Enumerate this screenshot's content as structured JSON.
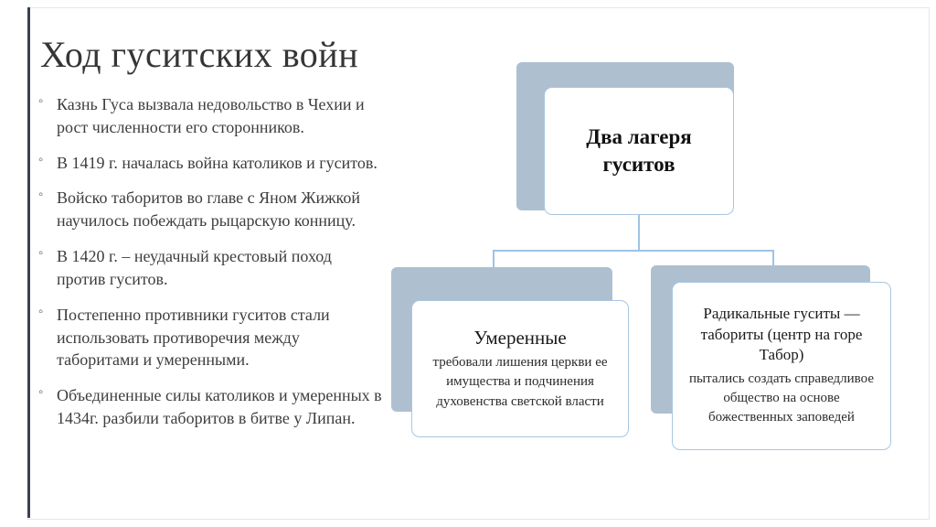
{
  "slide": {
    "title": "Ход гуситских войн",
    "bullets": [
      "Казнь Гуса вызвала недовольство в Чехии и рост численности его сторонников.",
      "В 1419 г. началась война католиков и гуситов.",
      "Войско таборитов во главе с Яном Жижкой научилось побеждать рыцарскую конницу.",
      "В 1420 г. – неудачный крестовый поход против гуситов.",
      "Постепенно противники гуситов стали использовать противоречия между таборитами и умеренными.",
      "Объединенные силы католиков и умеренных в 1434г. разбили таборитов в битве у Липан."
    ]
  },
  "diagram": {
    "root": {
      "title": "Два лагеря гуситов"
    },
    "children": [
      {
        "title": "Умеренные",
        "body": "требовали лишения церкви ее имущества и подчинения духовенства светской власти"
      },
      {
        "title": "Радикальные гуситы — табориты (центр на горе Табор)",
        "body": "пытались создать справедливое общество на основе божественных заповедей"
      }
    ]
  },
  "colors": {
    "accent-bar": "#39424e",
    "shadow-box": "#aec0d0",
    "box-border": "#a9c6e2",
    "connector": "#9dc3e6",
    "text": "#3d3d3d"
  }
}
